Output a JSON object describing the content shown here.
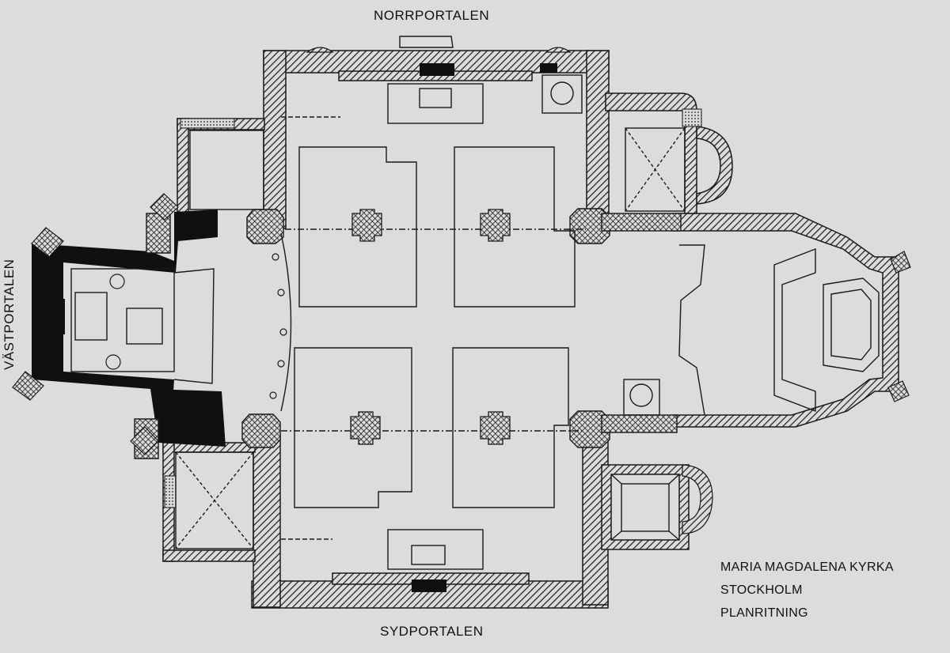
{
  "portals": {
    "north": "NORRPORTALEN",
    "south": "SYDPORTALEN",
    "west": "VÄSTPORTALEN"
  },
  "title_block": {
    "line1": "MARIA MAGDALENA KYRKA",
    "line2": "STOCKHOLM",
    "line3": "PLANRITNING"
  },
  "colors": {
    "background": "#dcdcdc",
    "ink": "#1a1a1a",
    "solid_wall": "#101010"
  }
}
